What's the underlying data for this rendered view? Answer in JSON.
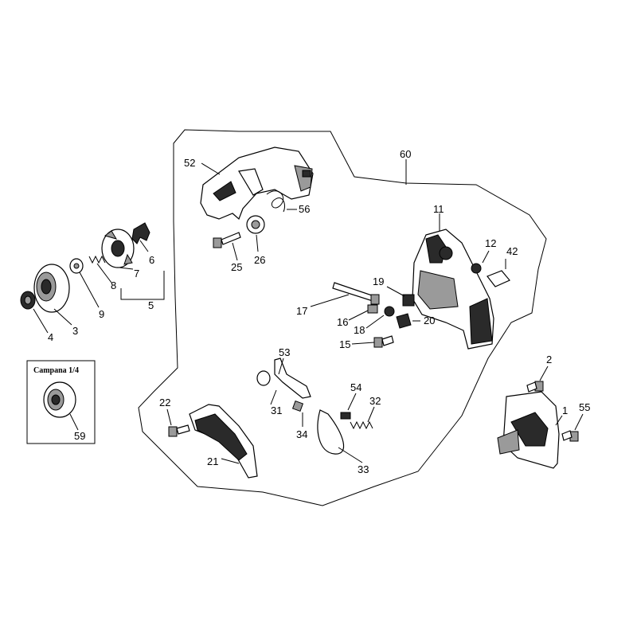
{
  "inset": {
    "title": "Campana 1/4",
    "part": "59"
  },
  "callouts": {
    "p1": "1",
    "p2": "2",
    "p3": "3",
    "p4": "4",
    "p5": "5",
    "p6": "6",
    "p7": "7",
    "p8": "8",
    "p9": "9",
    "p11": "11",
    "p12": "12",
    "p15": "15",
    "p16": "16",
    "p17": "17",
    "p18": "18",
    "p19": "19",
    "p20": "20",
    "p21": "21",
    "p22": "22",
    "p25": "25",
    "p26": "26",
    "p31": "31",
    "p32": "32",
    "p33": "33",
    "p34": "34",
    "p42": "42",
    "p52": "52",
    "p53": "53",
    "p54": "54",
    "p55": "55",
    "p56": "56",
    "p60": "60"
  }
}
